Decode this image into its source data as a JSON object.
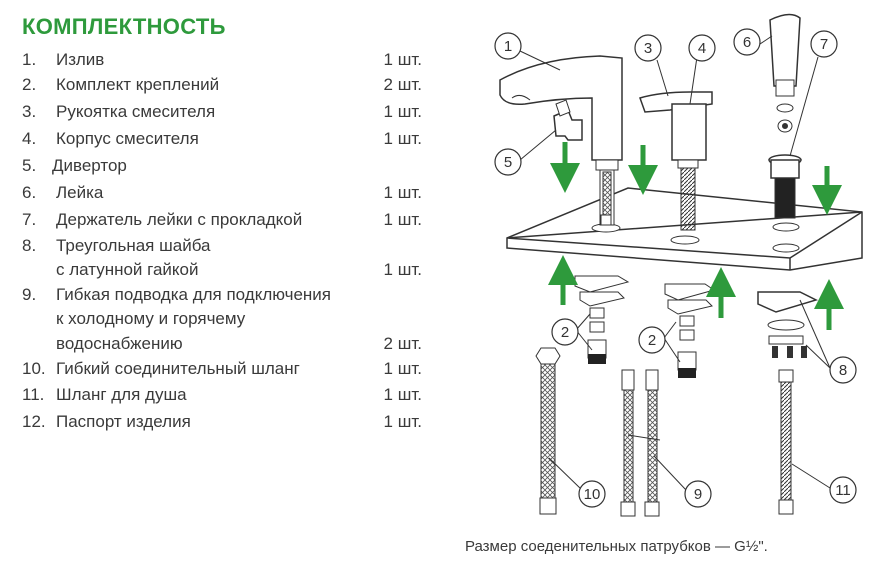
{
  "title": "КОМПЛЕКТНОСТЬ",
  "items": [
    {
      "num": "1.",
      "lines": [
        "Излив"
      ],
      "qty": "1 шт."
    },
    {
      "num": "2.",
      "lines": [
        "Комплект креплений"
      ],
      "qty": "2 шт."
    },
    {
      "num": "3.",
      "lines": [
        "Рукоятка смесителя"
      ],
      "qty": "1 шт."
    },
    {
      "num": "4.",
      "lines": [
        "Корпус смесителя"
      ],
      "qty": "1 шт."
    },
    {
      "num": "5.",
      "lines": [
        "Дивертор"
      ],
      "qty": ""
    },
    {
      "num": "6.",
      "lines": [
        "Лейка"
      ],
      "qty": "1 шт."
    },
    {
      "num": "7.",
      "lines": [
        "Держатель лейки с прокладкой"
      ],
      "qty": "1 шт."
    },
    {
      "num": "8.",
      "lines": [
        "Треугольная шайба",
        "с латунной гайкой"
      ],
      "qty": "1 шт."
    },
    {
      "num": "9.",
      "lines": [
        "Гибкая подводка для подключения",
        "к холодному и горячему",
        "водоснабжению"
      ],
      "qty": "2 шт."
    },
    {
      "num": "10.",
      "lines": [
        "Гибкий соединительный шланг"
      ],
      "qty": "1 шт."
    },
    {
      "num": "11.",
      "lines": [
        "Шланг для душа"
      ],
      "qty": "1 шт."
    },
    {
      "num": "12.",
      "lines": [
        "Паспорт изделия"
      ],
      "qty": "1 шт."
    }
  ],
  "callouts": [
    "1",
    "2",
    "2",
    "3",
    "4",
    "5",
    "6",
    "7",
    "8",
    "9",
    "10",
    "11"
  ],
  "caption": "Размер соеденительных патрубков — G½\".",
  "colors": {
    "accent_green": "#2e9a3c",
    "text": "#3a3a3a",
    "line": "#333333"
  }
}
